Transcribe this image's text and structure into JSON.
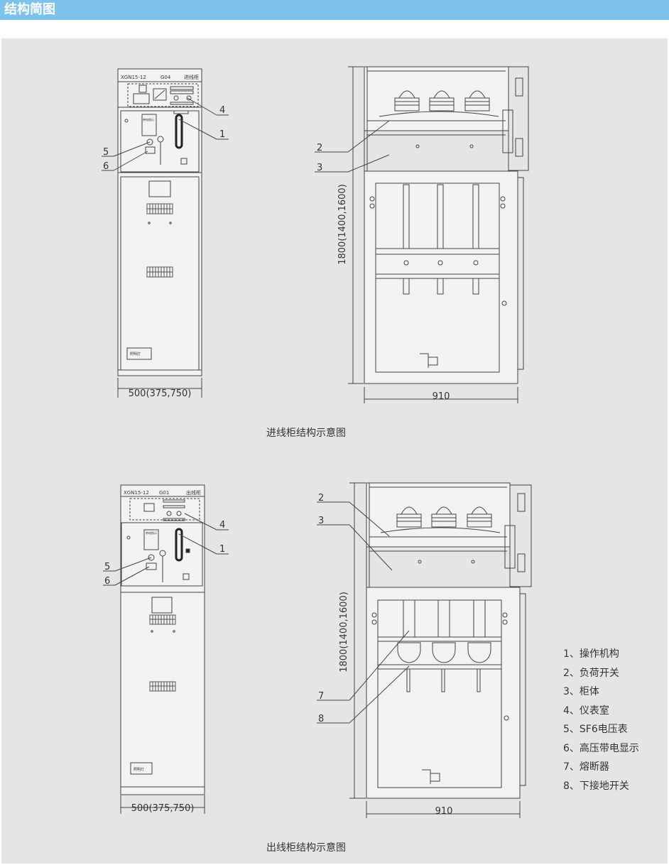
{
  "header": {
    "title": "结构简图",
    "bar_color": "#7cc2ea"
  },
  "incoming": {
    "caption": "进线柜结构示意图",
    "panel_label": {
      "model": "XGN15-12",
      "code": "G04",
      "type": "进线柜"
    },
    "indicator_text": "带电指示",
    "light_text": "照明灯",
    "width_dim": "500(375,750)",
    "depth_dim": "910",
    "height_dim": "1800(1400,1600)",
    "callouts": [
      "1",
      "2",
      "3",
      "4",
      "5",
      "6"
    ]
  },
  "outgoing": {
    "caption": "出线柜结构示意图",
    "panel_label": {
      "model": "XGN15-12",
      "code": "G01",
      "type": "出线柜"
    },
    "indicator_text": "带电指示",
    "light_text": "照明灯",
    "width_dim": "500(375,750)",
    "depth_dim": "910",
    "height_dim": "1800(1400,1600)",
    "callouts": [
      "1",
      "2",
      "3",
      "4",
      "5",
      "6",
      "7",
      "8"
    ]
  },
  "legend": [
    "1、操作机构",
    "2、负荷开关",
    "3、柜体",
    "4、仪表室",
    "5、SF6电压表",
    "6、高压带电显示",
    "7、熔断器",
    "8、下接地开关"
  ]
}
